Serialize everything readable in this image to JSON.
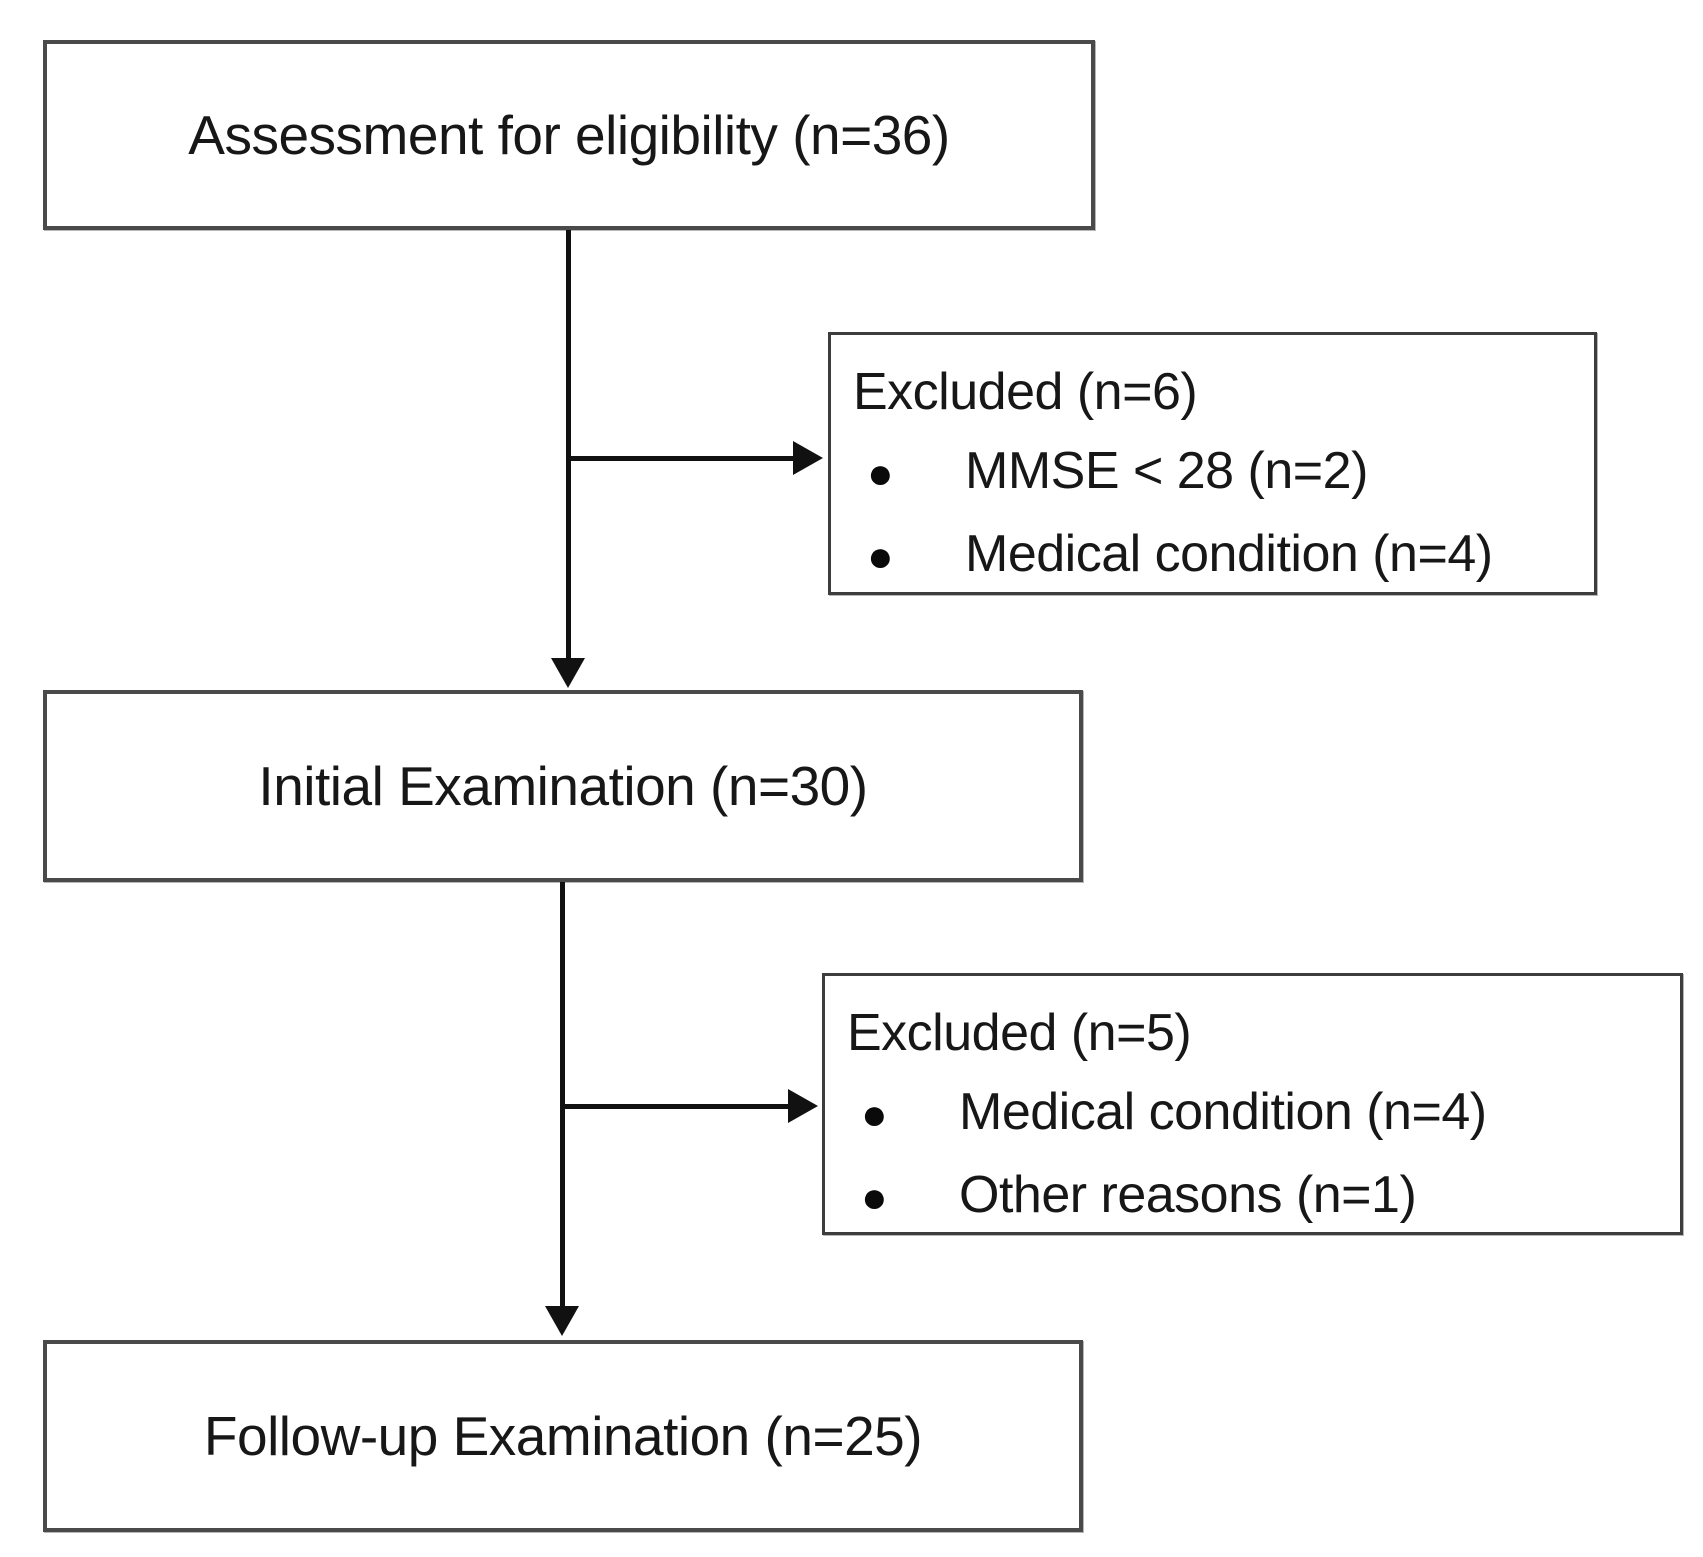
{
  "diagram": {
    "type": "flowchart",
    "description": "Participant enrollment flow diagram",
    "bullet_icon": "●",
    "colors": {
      "background": "#ffffff",
      "box_border": "#4a4a4a",
      "text": "#171717",
      "arrow": "#111111"
    },
    "nodes": {
      "assessment": {
        "label": "Assessment for eligibility (n=36)"
      },
      "excluded1": {
        "title": "Excluded (n=6)",
        "items": [
          "MMSE < 28 (n=2)",
          "Medical condition (n=4)"
        ]
      },
      "initial": {
        "label": "Initial Examination (n=30)"
      },
      "excluded2": {
        "title": "Excluded (n=5)",
        "items": [
          "Medical condition (n=4)",
          "Other reasons (n=1)"
        ]
      },
      "followup": {
        "label": "Follow-up Examination (n=25)"
      }
    },
    "edges": [
      "assessment -> initial",
      "assessment -> excluded1",
      "initial -> followup",
      "initial -> excluded2"
    ]
  }
}
